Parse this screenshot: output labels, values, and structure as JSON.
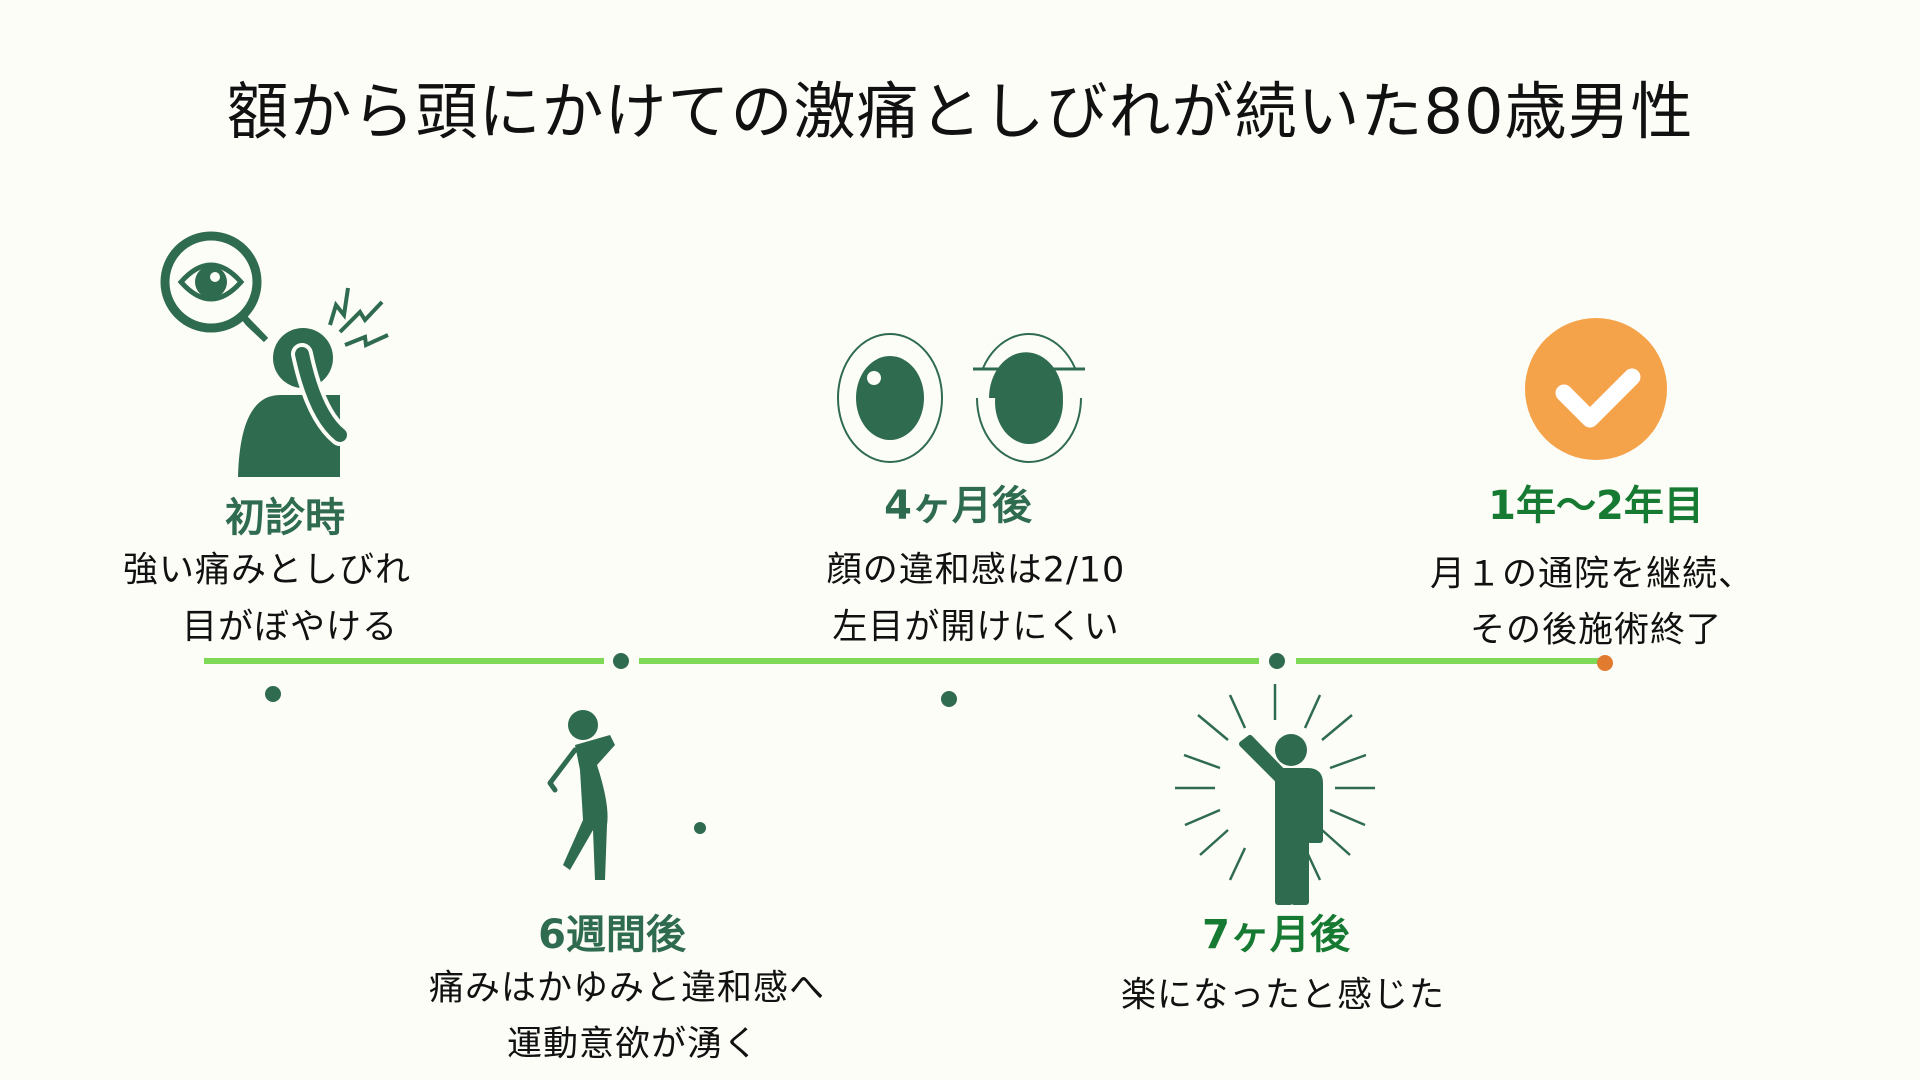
{
  "title": "額から頭にかけての激痛としびれが続いた80歳男性",
  "colors": {
    "icon": "#2f6b4f",
    "label_bright": "#177a32",
    "timeline": "#7ed957",
    "check": "#f5a34a",
    "end_dot": "#e07b30"
  },
  "milestones": [
    {
      "label": "初診時",
      "lines": [
        "強い痛みとしびれ",
        "目がぼやける"
      ],
      "icon": "headache-person-icon"
    },
    {
      "label": "6週間後",
      "lines": [
        "痛みはかゆみと違和感へ",
        "運動意欲が湧く"
      ],
      "icon": "golfer-icon"
    },
    {
      "label": "4ヶ月後",
      "lines": [
        "顔の違和感は2/10",
        "左目が開けにくい"
      ],
      "icon": "eyes-icon"
    },
    {
      "label": "7ヶ月後",
      "lines": [
        "楽になったと感じた"
      ],
      "icon": "happy-person-icon"
    },
    {
      "label": "1年～2年目",
      "lines": [
        "月１の通院を継続、",
        "その後施術終了"
      ],
      "icon": "check-circle-icon"
    }
  ]
}
